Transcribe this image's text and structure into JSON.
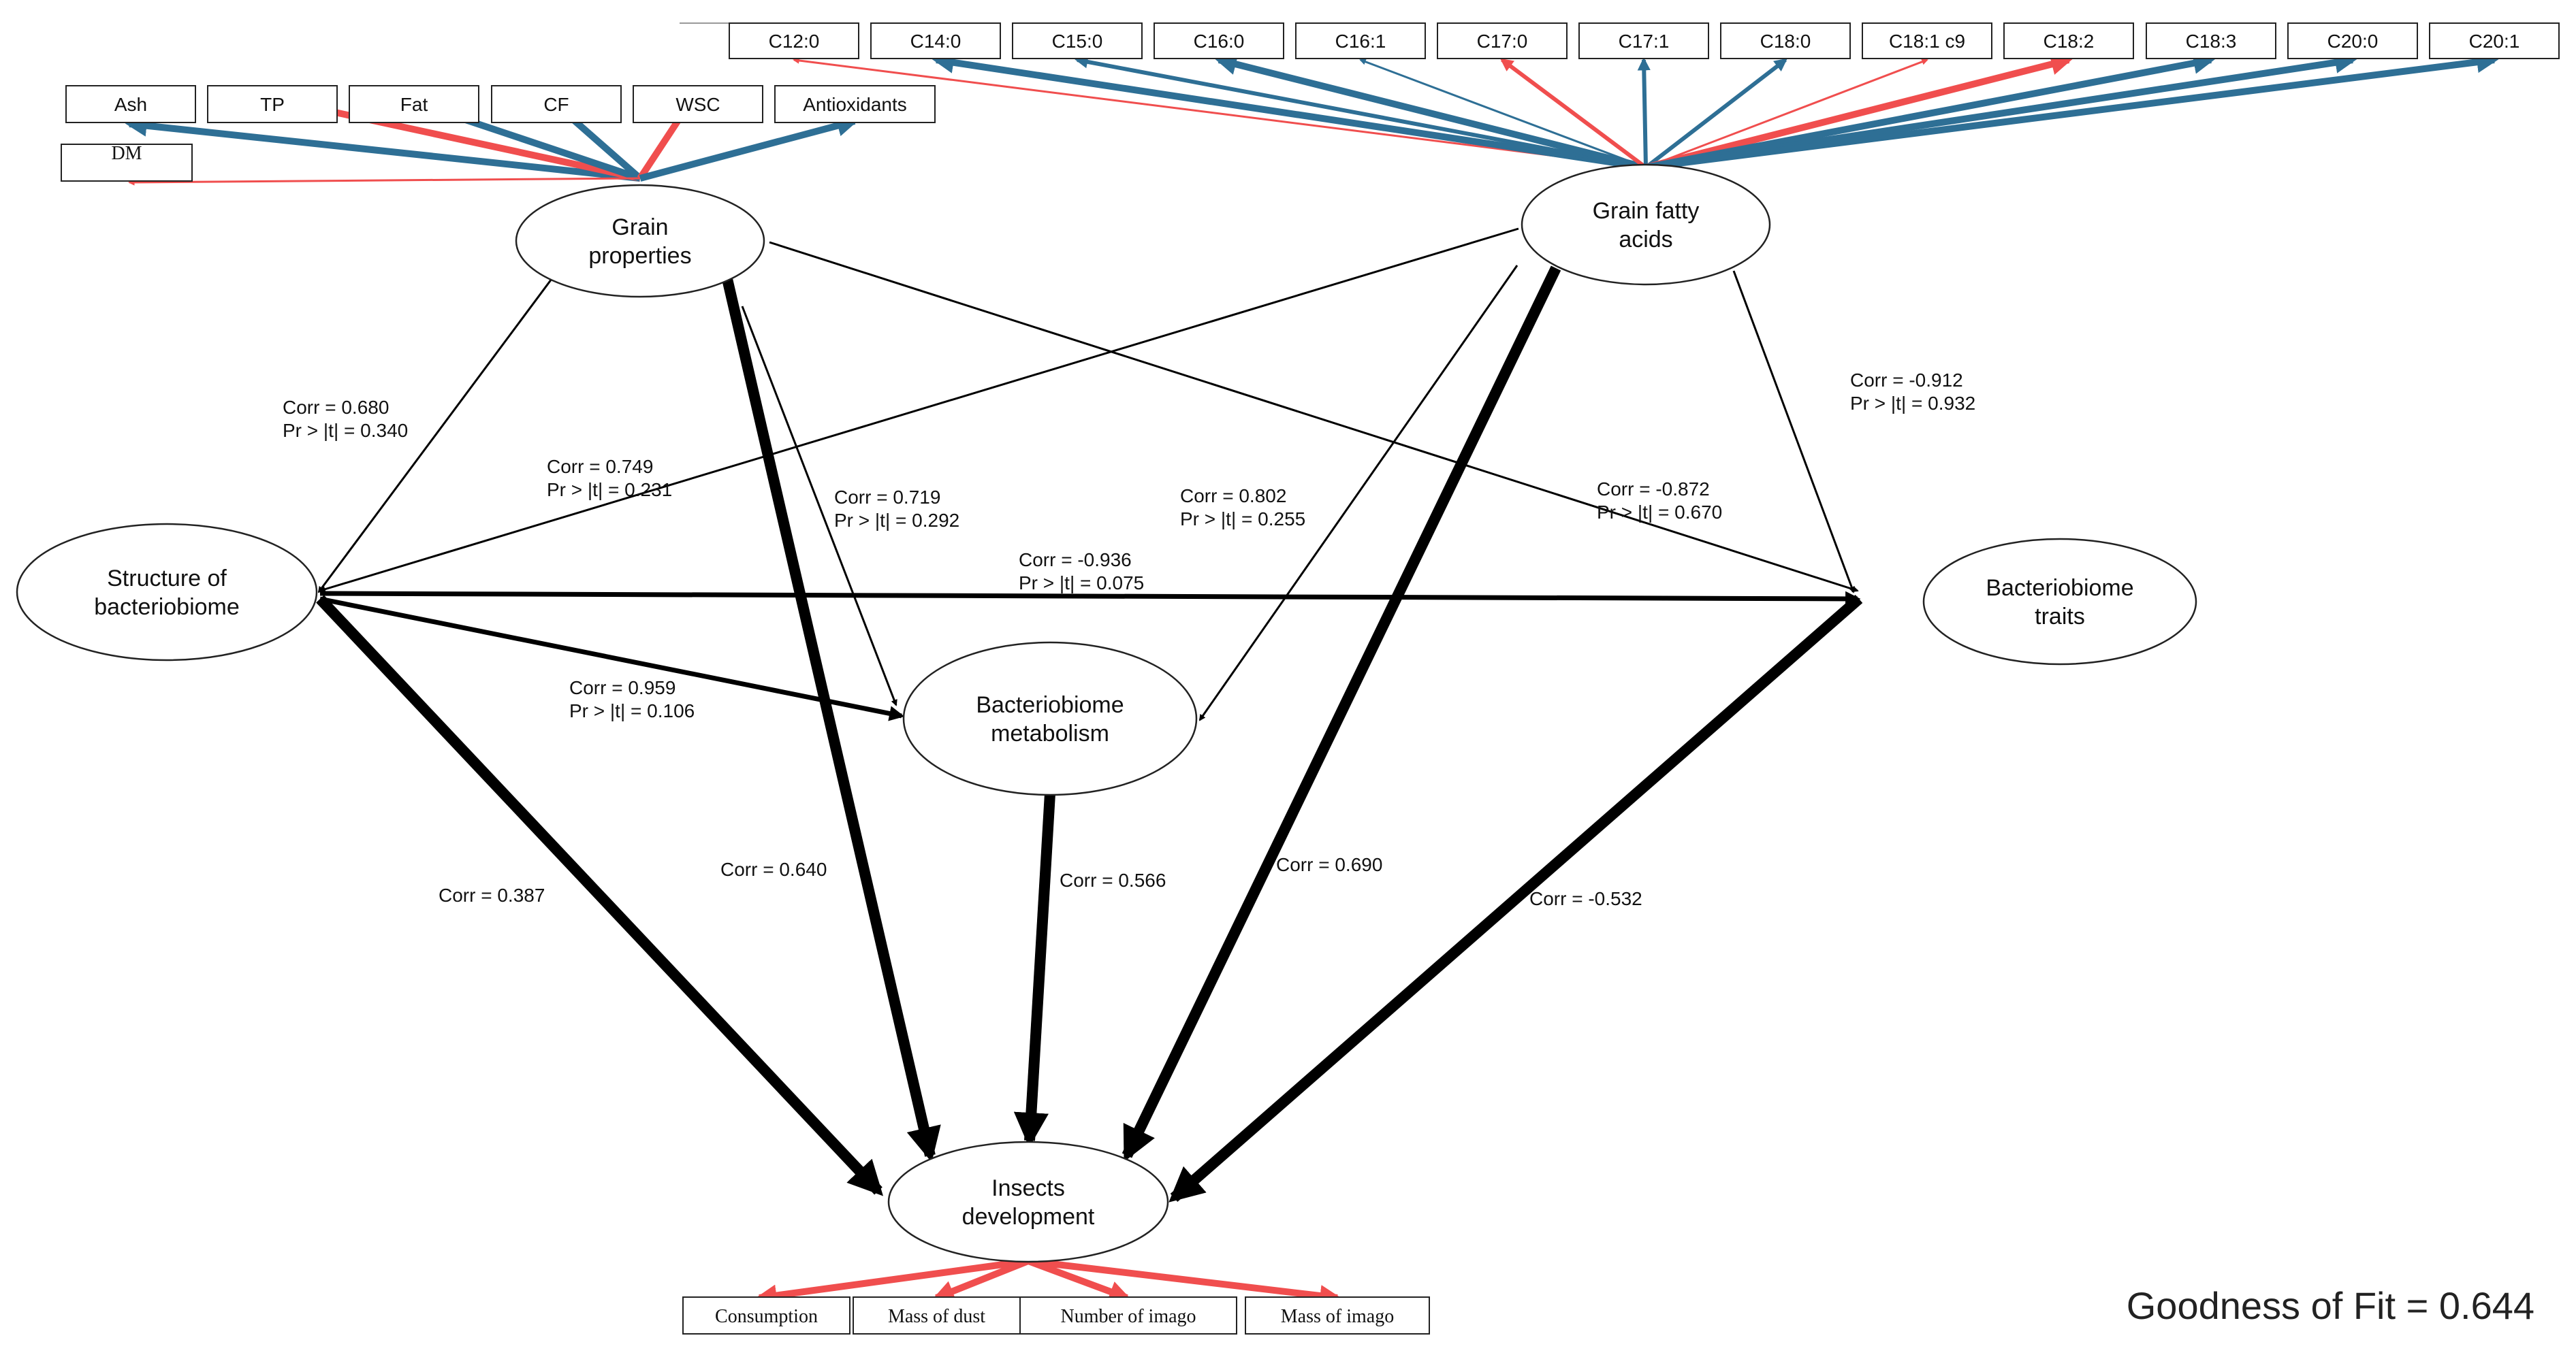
{
  "colors": {
    "positive_loading": "#2E6F95",
    "negative_loading": "#F04E4E",
    "path": "#000000"
  },
  "latent": [
    {
      "id": "grain_properties",
      "lines": [
        "Grain",
        "properties"
      ]
    },
    {
      "id": "grain_fatty_acids",
      "lines": [
        "Grain fatty",
        "acids"
      ]
    },
    {
      "id": "structure",
      "lines": [
        "Structure of",
        "bacteriobiome"
      ]
    },
    {
      "id": "traits",
      "lines": [
        "Bacteriobiome",
        "traits"
      ]
    },
    {
      "id": "metabolism",
      "lines": [
        "Bacteriobiome",
        "metabolism"
      ]
    },
    {
      "id": "insects",
      "lines": [
        "Insects",
        "development"
      ]
    }
  ],
  "indicators": {
    "grain_properties": [
      {
        "label": "Ash",
        "sign": "positive",
        "weight": 3
      },
      {
        "label": "TP",
        "sign": "negative",
        "weight": 3
      },
      {
        "label": "Fat",
        "sign": "positive",
        "weight": 3
      },
      {
        "label": "CF",
        "sign": "positive",
        "weight": 3
      },
      {
        "label": "WSC",
        "sign": "negative",
        "weight": 3
      },
      {
        "label": "Antioxidants",
        "sign": "positive",
        "weight": 3
      },
      {
        "label": "DM",
        "sign": "negative",
        "weight": 1
      }
    ],
    "grain_fatty_acids": [
      {
        "label": "C12:0",
        "sign": "negative",
        "weight": 1
      },
      {
        "label": "C14:0",
        "sign": "positive",
        "weight": 3
      },
      {
        "label": "C15:0",
        "sign": "positive",
        "weight": 2
      },
      {
        "label": "C16:0",
        "sign": "positive",
        "weight": 3
      },
      {
        "label": "C16:1",
        "sign": "positive",
        "weight": 1
      },
      {
        "label": "C17:0",
        "sign": "negative",
        "weight": 2
      },
      {
        "label": "C17:1",
        "sign": "positive",
        "weight": 2
      },
      {
        "label": "C18:0",
        "sign": "positive",
        "weight": 2
      },
      {
        "label": "C18:1 c9",
        "sign": "negative",
        "weight": 1
      },
      {
        "label": "C18:2",
        "sign": "negative",
        "weight": 3
      },
      {
        "label": "C18:3",
        "sign": "positive",
        "weight": 3
      },
      {
        "label": "C20:0",
        "sign": "positive",
        "weight": 3
      },
      {
        "label": "C20:1",
        "sign": "positive",
        "weight": 3
      }
    ],
    "insects": [
      {
        "label": "Consumption",
        "sign": "negative",
        "weight": 3
      },
      {
        "label": "Mass of dust",
        "sign": "negative",
        "weight": 3
      },
      {
        "label": "Number of imago",
        "sign": "negative",
        "weight": 3
      },
      {
        "label": "Mass of imago",
        "sign": "negative",
        "weight": 3
      }
    ]
  },
  "paths": [
    {
      "from": "grain_properties",
      "to": "structure",
      "corr": "Corr = 0.680",
      "pr": "Pr > |t| = 0.340",
      "weight": 1
    },
    {
      "from": "grain_fatty_acids",
      "to": "structure",
      "corr": "Corr = 0.749",
      "pr": "Pr > |t| = 0.231",
      "weight": 1
    },
    {
      "from": "grain_properties",
      "to": "metabolism",
      "corr": "Corr = 0.719",
      "pr": "Pr > |t| = 0.292",
      "weight": 1
    },
    {
      "from": "grain_fatty_acids",
      "to": "metabolism",
      "corr": "Corr = 0.802",
      "pr": "Pr > |t| = 0.255",
      "weight": 1
    },
    {
      "from": "grain_properties",
      "to": "traits",
      "corr": "Corr = -0.872",
      "pr": "Pr > |t| = 0.670",
      "weight": 1
    },
    {
      "from": "grain_fatty_acids",
      "to": "traits",
      "corr": "Corr = -0.912",
      "pr": "Pr > |t| = 0.932",
      "weight": 1
    },
    {
      "from": "structure",
      "to": "traits",
      "corr": "Corr = -0.936",
      "pr": "Pr > |t| = 0.075",
      "weight": 3
    },
    {
      "from": "structure",
      "to": "metabolism",
      "corr": "Corr = 0.959",
      "pr": "Pr > |t| = 0.106",
      "weight": 3
    },
    {
      "from": "structure",
      "to": "insects",
      "corr": "Corr = 0.387",
      "pr": "",
      "weight": 5
    },
    {
      "from": "grain_properties",
      "to": "insects",
      "corr": "Corr = 0.640",
      "pr": "",
      "weight": 5
    },
    {
      "from": "metabolism",
      "to": "insects",
      "corr": "Corr = 0.566",
      "pr": "",
      "weight": 5
    },
    {
      "from": "grain_fatty_acids",
      "to": "insects",
      "corr": "Corr = 0.690",
      "pr": "",
      "weight": 5
    },
    {
      "from": "traits",
      "to": "insects",
      "corr": "Corr = -0.532",
      "pr": "",
      "weight": 5
    }
  ],
  "goodness_of_fit": "Goodness of Fit = 0.644"
}
